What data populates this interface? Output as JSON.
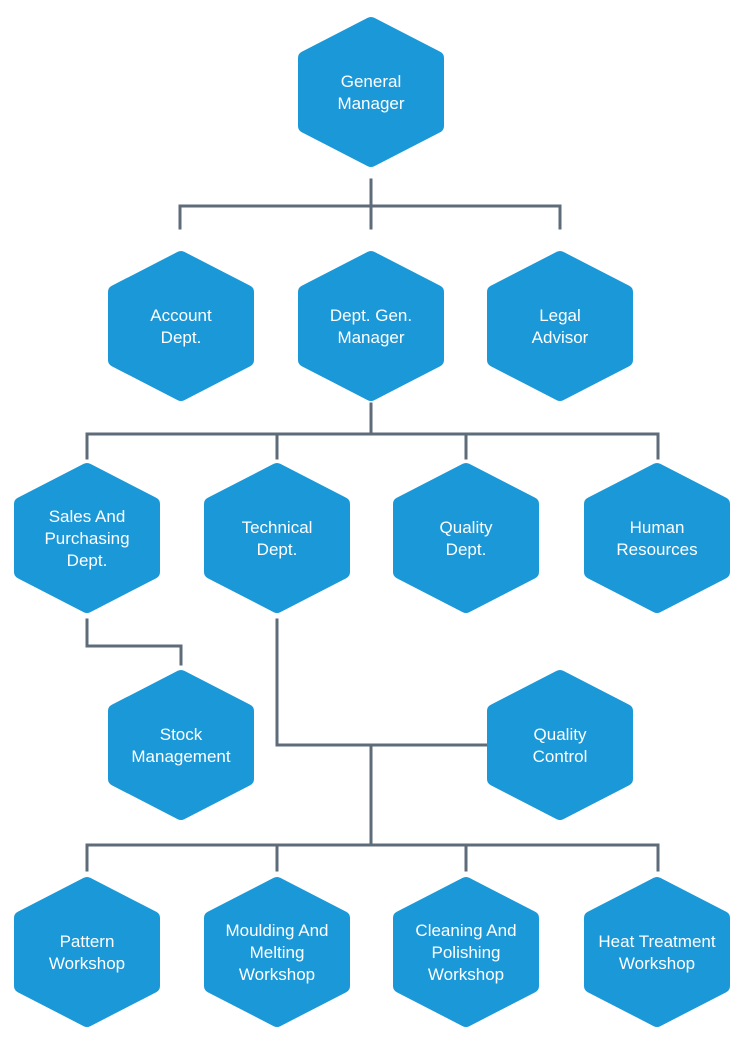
{
  "nodes": {
    "general_manager": [
      "General",
      "Manager"
    ],
    "account_dept": [
      "Account",
      "Dept."
    ],
    "deputy_gm": [
      "Dept. Gen.",
      "Manager"
    ],
    "legal_advisor": [
      "Legal",
      "Advisor"
    ],
    "sales_purchasing": [
      "Sales And",
      "Purchasing",
      "Dept."
    ],
    "technical_dept": [
      "Technical",
      "Dept."
    ],
    "quality_dept": [
      "Quality",
      "Dept."
    ],
    "human_resources": [
      "Human",
      "Resources"
    ],
    "stock_management": [
      "Stock",
      "Management"
    ],
    "quality_control": [
      "Quality",
      "Control"
    ],
    "pattern_workshop": [
      "Pattern",
      "Workshop"
    ],
    "moulding_melting": [
      "Moulding And",
      "Melting",
      "Workshop"
    ],
    "cleaning_polishing": [
      "Cleaning And",
      "Polishing",
      "Workshop"
    ],
    "heat_treatment": [
      "Heat Treatment",
      "Workshop"
    ]
  },
  "colors": {
    "node_fill": "#1a98d8",
    "node_text": "#ffffff",
    "connector": "#5e6b78"
  }
}
